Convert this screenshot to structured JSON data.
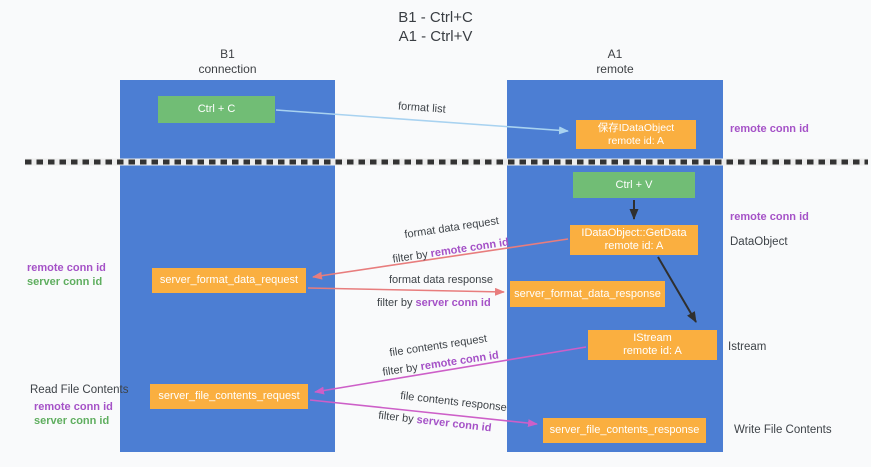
{
  "title": {
    "lines": [
      "B1 - Ctrl+C",
      "A1 - Ctrl+V"
    ]
  },
  "lanes": {
    "left": {
      "header_line1": "B1",
      "header_line2": "connection"
    },
    "right": {
      "header_line1": "A1",
      "header_line2": "remote"
    }
  },
  "nodes": {
    "ctrl_c": {
      "label": "Ctrl + C"
    },
    "ctrl_v": {
      "label": "Ctrl + V"
    },
    "save_idataobject": {
      "line1": "保存IDataObject",
      "line2": "remote id: A"
    },
    "getdata": {
      "line1": "IDataObject::GetData",
      "line2": "remote id: A"
    },
    "istream": {
      "line1": "IStream",
      "line2": "remote id: A"
    },
    "server_format_data_request": {
      "label": "server_format_data_request"
    },
    "server_format_data_response": {
      "label": "server_format_data_response"
    },
    "server_file_contents_request": {
      "label": "server_file_contents_request"
    },
    "server_file_contents_response": {
      "label": "server_file_contents_response"
    }
  },
  "edge_labels": {
    "format_list": "format list",
    "format_data_request": "format data request",
    "format_data_response": "format data response",
    "file_contents_request": "file contents request",
    "file_contents_response": "file contents response",
    "filter_by": "filter by ",
    "remote_conn_id": "remote conn id",
    "server_conn_id": "server conn id"
  },
  "side_labels": {
    "remote_conn_id": "remote conn id",
    "server_conn_id": "server conn id",
    "data_object": "DataObject",
    "istream": "Istream",
    "read_file_contents": "Read File Contents",
    "write_file_contents": "Write File Contents"
  },
  "colors": {
    "background": "#f9fafb",
    "lane_blue": "#4c7ed3",
    "box_green": "#71bd75",
    "box_orange": "#faaf40",
    "arrow_light_blue": "#a8d2f0",
    "arrow_salmon": "#e87d7d",
    "arrow_magenta": "#cd5fc8",
    "arrow_black": "#2f2f2f",
    "divider_black": "#333333",
    "label_purple": "#a552c7",
    "label_green": "#5fae5f",
    "text_dark": "#3e4348"
  }
}
